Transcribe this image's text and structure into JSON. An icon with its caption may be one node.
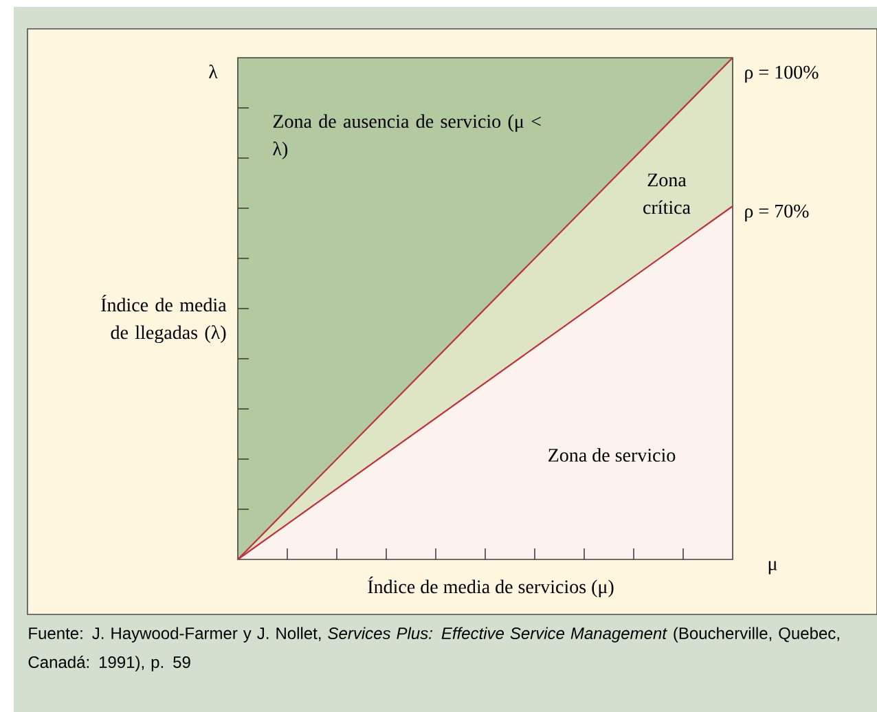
{
  "diagram": {
    "caption": "Fuente: J. Haywood-Farmer y J. Nollet, *Services Plus: Effective Service Management* (Boucherville, Quebec, Canadá: 1991), p. 59",
    "labels": [
      "λ",
      "Zona de ausencia de servicio (μ < λ)",
      "ρ = 100%",
      "Zona crítica",
      "ρ = 70%",
      "Índice de media de llegadas (λ)",
      "Zona de servicio",
      "μ",
      "Índice de media de servicios (μ)"
    ]
  }
}
